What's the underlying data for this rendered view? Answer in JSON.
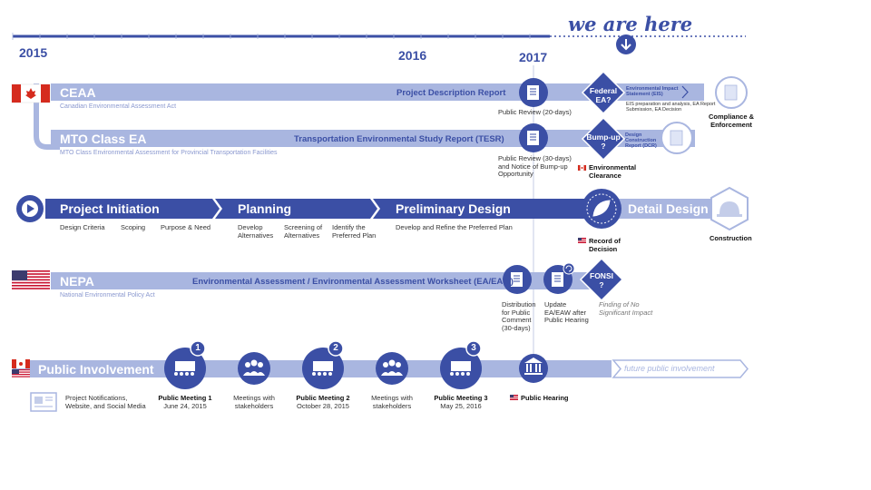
{
  "header": {
    "here_label": "we are here",
    "years": [
      "2015",
      "2016",
      "2017"
    ]
  },
  "ceaa": {
    "title": "CEAA",
    "subtitle": "Canadian Environmental Assessment Act",
    "report": "Project Description Report",
    "review": "Public Review (20-days)",
    "diamond": [
      "Federal",
      "EA?"
    ],
    "eis_title": "Environmental Impact Statement (EIS)",
    "eis_desc": "EIS preparation and analysis, EA Report Submission, EA Decision",
    "end_label": "Compliance & Enforcement"
  },
  "mto": {
    "title": "MTO Class EA",
    "subtitle": "MTO Class Environmental Assessment for Provincial Transportation Facilities",
    "report": "Transportation Environmental Study Report (TESR)",
    "review": "Public Review (30-days) and Notice of Bump-up Opportunity",
    "diamond": [
      "Bump-up",
      "?"
    ],
    "dcr_label": "Design Construction Report (DCR)",
    "clearance": "Environmental Clearance"
  },
  "phases": {
    "items": [
      {
        "label": "Project Initiation",
        "subs": [
          "Design Criteria",
          "Scoping",
          "Purpose & Need"
        ]
      },
      {
        "label": "Planning",
        "subs": [
          "Develop Alternatives",
          "Screening of Alternatives",
          "Identify the Preferred Plan"
        ]
      },
      {
        "label": "Preliminary Design",
        "subs": [
          "Develop and Refine the Preferred Plan"
        ]
      },
      {
        "label": "Detail Design"
      }
    ],
    "record": "Record of Decision",
    "construction": "Construction"
  },
  "nepa": {
    "title": "NEPA",
    "subtitle": "National Environmental Policy Act",
    "report": "Environmental Assessment / Environmental Assessment Worksheet (EA/EAW)",
    "distribution": "Distribution for Public Comment (30-days)",
    "update": "Update EA/EAW after Public Hearing",
    "diamond": [
      "FONSI",
      "?"
    ],
    "finding": "Finding of No Significant Impact"
  },
  "pi": {
    "title": "Public Involvement",
    "notifications": "Project Notifications, Website, and Social Media",
    "meetings": [
      {
        "num": "1",
        "title": "Public Meeting 1",
        "date": "June 24, 2015"
      },
      {
        "num": "2",
        "title": "Public Meeting 2",
        "date": "October 28, 2015"
      },
      {
        "num": "3",
        "title": "Public Meeting 3",
        "date": "May 25, 2016"
      }
    ],
    "stakeholders": "Meetings with stakeholders",
    "hearing": "Public Hearing",
    "future": "future public involvement"
  },
  "colors": {
    "primary": "#3b4fa5",
    "light": "#a9b6e0",
    "canada_red": "#d52b1e",
    "us_blue": "#3c3b6e"
  }
}
